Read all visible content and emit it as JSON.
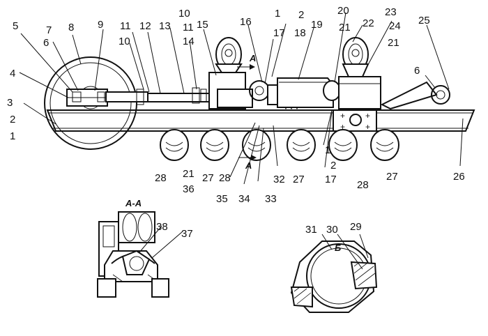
{
  "figure": {
    "labels": [
      {
        "id": "l1a",
        "text": "1"
      },
      {
        "id": "l2a",
        "text": "2"
      },
      {
        "id": "l3",
        "text": "3"
      },
      {
        "id": "l4",
        "text": "4"
      },
      {
        "id": "l5",
        "text": "5"
      },
      {
        "id": "l6a",
        "text": "6"
      },
      {
        "id": "l7",
        "text": "7"
      },
      {
        "id": "l8",
        "text": "8"
      },
      {
        "id": "l9",
        "text": "9"
      },
      {
        "id": "l10a",
        "text": "10"
      },
      {
        "id": "l11a",
        "text": "11"
      },
      {
        "id": "l12",
        "text": "12"
      },
      {
        "id": "l13",
        "text": "13"
      },
      {
        "id": "l10b",
        "text": "10"
      },
      {
        "id": "l11b",
        "text": "11"
      },
      {
        "id": "l14",
        "text": "14"
      },
      {
        "id": "l15",
        "text": "15"
      },
      {
        "id": "l16",
        "text": "16"
      },
      {
        "id": "l1b",
        "text": "1"
      },
      {
        "id": "l17a",
        "text": "17"
      },
      {
        "id": "l2b",
        "text": "2"
      },
      {
        "id": "l18",
        "text": "18"
      },
      {
        "id": "l19",
        "text": "19"
      },
      {
        "id": "l20",
        "text": "20"
      },
      {
        "id": "l21a",
        "text": "21"
      },
      {
        "id": "l22",
        "text": "22"
      },
      {
        "id": "l23",
        "text": "23"
      },
      {
        "id": "l24",
        "text": "24"
      },
      {
        "id": "l21b",
        "text": "21"
      },
      {
        "id": "l25",
        "text": "25"
      },
      {
        "id": "l6b",
        "text": "6"
      },
      {
        "id": "l26",
        "text": "26"
      },
      {
        "id": "l27a",
        "text": "27"
      },
      {
        "id": "l28a",
        "text": "28"
      },
      {
        "id": "l1c",
        "text": "1"
      },
      {
        "id": "l2c",
        "text": "2"
      },
      {
        "id": "l17b",
        "text": "17"
      },
      {
        "id": "l27b",
        "text": "27"
      },
      {
        "id": "l32",
        "text": "32"
      },
      {
        "id": "l33",
        "text": "33"
      },
      {
        "id": "l34",
        "text": "34"
      },
      {
        "id": "l35",
        "text": "35"
      },
      {
        "id": "l28b",
        "text": "28"
      },
      {
        "id": "l27c",
        "text": "27"
      },
      {
        "id": "l21c",
        "text": "21"
      },
      {
        "id": "l36",
        "text": "36"
      },
      {
        "id": "l28c",
        "text": "28"
      },
      {
        "id": "l38",
        "text": "38"
      },
      {
        "id": "l37",
        "text": "37"
      },
      {
        "id": "l31",
        "text": "31"
      },
      {
        "id": "l30",
        "text": "30"
      },
      {
        "id": "l29",
        "text": "29"
      }
    ],
    "section_marks": [
      {
        "id": "secA1",
        "text": "A"
      },
      {
        "id": "secA2",
        "text": "A"
      },
      {
        "id": "secAA",
        "text": "A-A"
      },
      {
        "id": "secB",
        "text": "Б"
      }
    ]
  }
}
